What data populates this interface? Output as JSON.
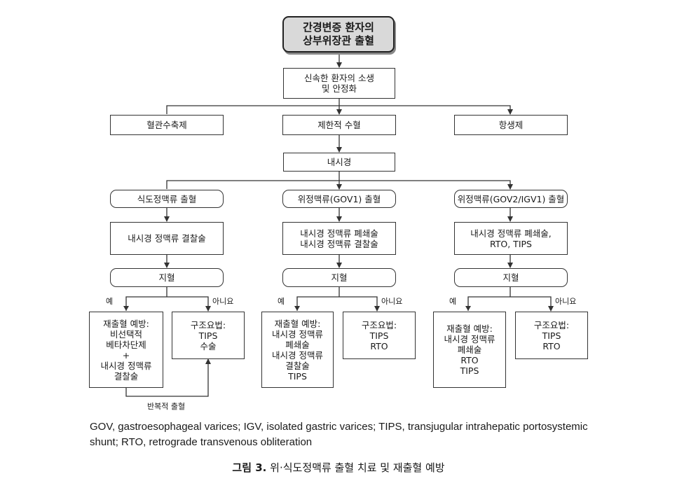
{
  "top": "간경변증 환자의\n상부위장관 출혈",
  "stabilize": "신속한 환자의 소생\n및 안정화",
  "initial": [
    "혈관수축제",
    "제한적 수혈",
    "항생제"
  ],
  "endoscopy": "내시경",
  "branches": [
    {
      "title": "식도정맥류 출혈",
      "treatment": "내시경 정맥류 결찰술",
      "hemostasis": "지혈",
      "yes": "예",
      "no": "아니요",
      "yes_box": "재출혈 예방:\n비선택적\n베타차단제\n+\n내시경 정맥류\n결찰술",
      "no_box": "구조요법:\nTIPS\n수술",
      "loop_label": "반복적 출혈"
    },
    {
      "title": "위정맥류(GOV1) 출혈",
      "treatment": "내시경 정맥류 폐쇄술\n내시경 정맥류 결찰술",
      "hemostasis": "지혈",
      "yes": "예",
      "no": "아니요",
      "yes_box": "재출혈 예방:\n내시경 정맥류\n폐쇄술\n내시경 정맥류\n결찰술\nTIPS",
      "no_box": "구조요법:\nTIPS\nRTO"
    },
    {
      "title": "위정맥류(GOV2/IGV1) 출혈",
      "treatment": "내시경 정맥류 폐쇄술,\nRTO, TIPS",
      "hemostasis": "지혈",
      "yes": "예",
      "no": "아니요",
      "yes_box": "재출혈 예방:\n내시경 정맥류\n폐쇄술\nRTO\nTIPS",
      "no_box": "구조요법:\nTIPS\nRTO"
    }
  ],
  "footnote": "GOV, gastroesophageal varices; IGV, isolated gastric varices; TIPS, transjugular intrahepatic portosystemic shunt; RTO, retrograde transvenous obliteration",
  "caption": {
    "number": "그림 3.",
    "text": "위·식도정맥류 출혈 치료 및 재출혈 예방"
  }
}
